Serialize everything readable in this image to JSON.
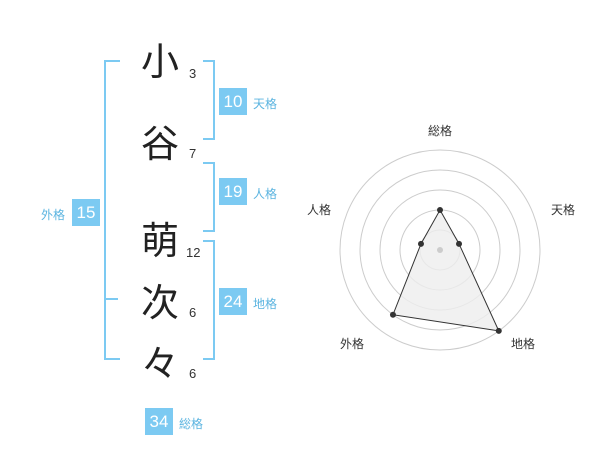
{
  "name": {
    "characters": [
      {
        "char": "小",
        "strokes": "3"
      },
      {
        "char": "谷",
        "strokes": "7"
      },
      {
        "char": "萌",
        "strokes": "12"
      },
      {
        "char": "次",
        "strokes": "6"
      },
      {
        "char": "々",
        "strokes": "6"
      }
    ]
  },
  "kakusu": {
    "tenkaku": {
      "value": "10",
      "label": "天格"
    },
    "jinkaku": {
      "value": "19",
      "label": "人格"
    },
    "chikaku": {
      "value": "24",
      "label": "地格"
    },
    "gaikaku": {
      "value": "15",
      "label": "外格"
    },
    "soukaku": {
      "value": "34",
      "label": "総格"
    }
  },
  "radar": {
    "labels": {
      "top": "総格",
      "right": "天格",
      "bottom_right": "地格",
      "bottom_left": "外格",
      "left": "人格"
    },
    "axes": [
      "総格",
      "天格",
      "地格",
      "外格",
      "人格"
    ],
    "levels": 5,
    "values": [
      2,
      1,
      5,
      4,
      1
    ],
    "colors": {
      "ring": "#cccccc",
      "fill": "#eeeeee",
      "line": "#333333",
      "accent": "#7ccaf2"
    }
  }
}
